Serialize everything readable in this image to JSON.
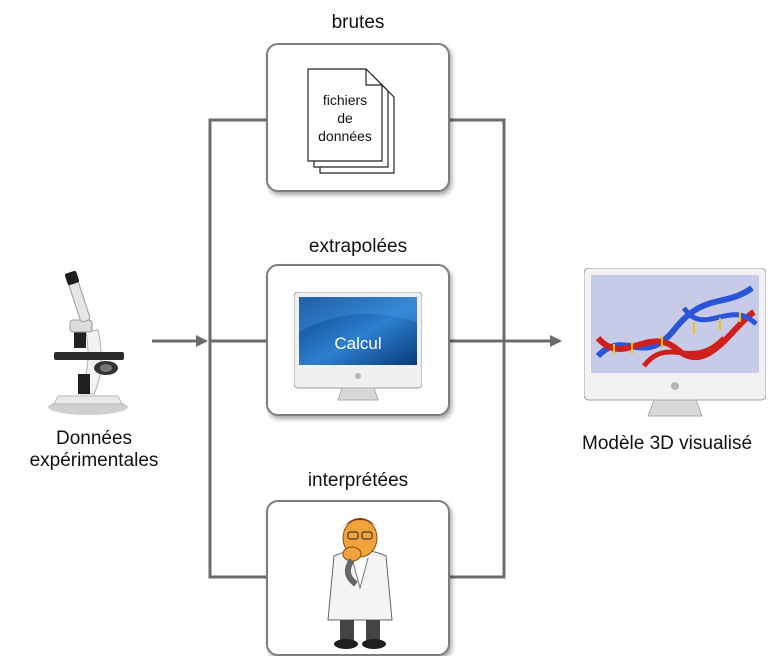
{
  "input": {
    "line1": "Données",
    "line2": "expérimentales"
  },
  "branches": {
    "raw": {
      "title": "brutes",
      "doc_line1": "fichiers",
      "doc_line2": "de",
      "doc_line3": "données"
    },
    "extrapolated": {
      "title": "extrapolées",
      "screen_label": "Calcul"
    },
    "interpreted": {
      "title": "interprétées"
    }
  },
  "output": {
    "label": "Modèle 3D visualisé"
  },
  "colors": {
    "connector": "#6b6b6b",
    "box_border": "#7d7d7d",
    "screen_blue": "#2d7fd0",
    "dna_red": "#d0201c",
    "dna_blue": "#2a55d6"
  }
}
